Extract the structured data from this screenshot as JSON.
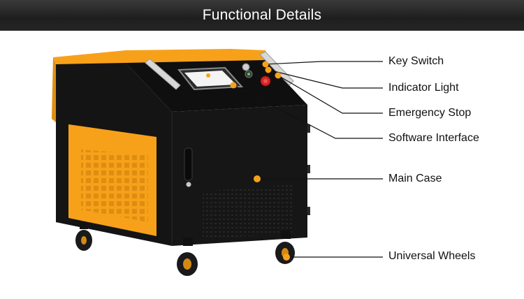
{
  "header": {
    "title": "Functional Details"
  },
  "callouts": [
    {
      "id": "key-switch",
      "label": "Key Switch"
    },
    {
      "id": "indicator-light",
      "label": "Indicator Light"
    },
    {
      "id": "emergency-stop",
      "label": "Emergency Stop"
    },
    {
      "id": "software-interface",
      "label": "Software Interface"
    },
    {
      "id": "main-case",
      "label": "Main Case"
    },
    {
      "id": "universal-wheels",
      "label": "Universal Wheels"
    }
  ],
  "colors": {
    "accent": "#f7a11a",
    "body": "#151515",
    "header": "#262626"
  }
}
